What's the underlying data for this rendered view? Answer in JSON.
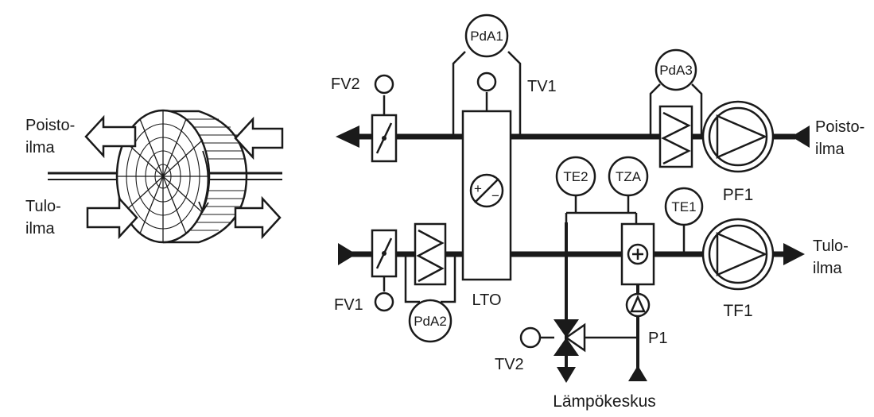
{
  "wheel": {
    "exhaust_label": [
      "Poisto-",
      "ilma"
    ],
    "supply_label": [
      "Tulo-",
      "ilma"
    ]
  },
  "instruments": {
    "pda1": "PdA1",
    "pda2": "PdA2",
    "pda3": "PdA3",
    "te1": "TE1",
    "te2": "TE2",
    "tza": "TZA"
  },
  "components": {
    "tv1": "TV1",
    "tv2": "TV2",
    "fv1": "FV1",
    "fv2": "FV2",
    "lto": "LTO",
    "pf1": "PF1",
    "tf1": "TF1",
    "p1": "P1",
    "heating_plant": "Lämpökeskus"
  },
  "flows": {
    "exhaust_label": [
      "Poisto-",
      "ilma"
    ],
    "supply_label": [
      "Tulo-",
      "ilma"
    ]
  }
}
